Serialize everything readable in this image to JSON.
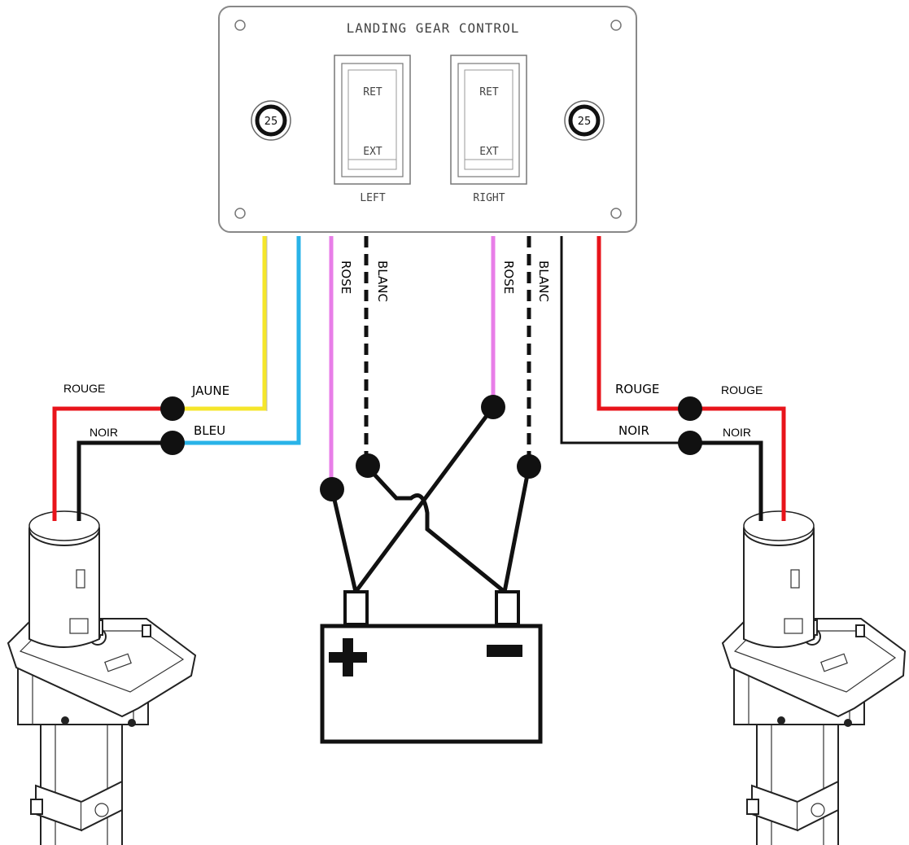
{
  "panel": {
    "title": "LANDING GEAR CONTROL",
    "fuse_left": "25",
    "fuse_right": "25",
    "switch_left": {
      "top": "RET",
      "bottom": "EXT",
      "caption": "LEFT"
    },
    "switch_right": {
      "top": "RET",
      "bottom": "EXT",
      "caption": "RIGHT"
    }
  },
  "wire_labels": {
    "rose_left": "ROSE",
    "blanc_left": "BLANC",
    "rose_right": "ROSE",
    "blanc_right": "BLANC",
    "jaune": "JAUNE",
    "bleu": "BLEU",
    "rouge_left_motor": "ROUGE",
    "noir_left_motor": "NOIR",
    "rouge_right_panel": "ROUGE",
    "noir_right_panel": "NOIR",
    "rouge_right_motor": "ROUGE",
    "noir_right_motor": "NOIR"
  },
  "colors": {
    "red": "#e8141b",
    "black": "#111111",
    "yellow": "#f5e62a",
    "blue": "#29b3e8",
    "pink": "#e87ee8"
  }
}
